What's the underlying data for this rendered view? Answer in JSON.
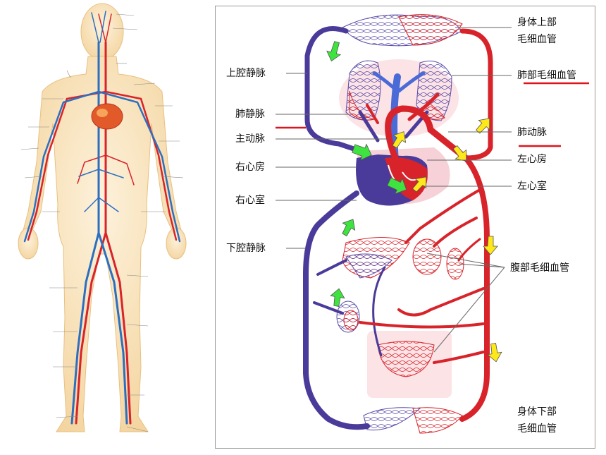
{
  "labels": {
    "upper_capillaries_line1": "身体上部",
    "upper_capillaries_line2": "毛细血管",
    "lung_capillaries": "肺部毛细血管",
    "pulmonary_artery": "肺动脉",
    "left_atrium": "左心房",
    "left_ventricle": "左心室",
    "abdominal_capillaries": "腹部毛细血管",
    "lower_capillaries_line1": "身体下部",
    "lower_capillaries_line2": "毛细血管",
    "superior_vena_cava": "上腔静脉",
    "pulmonary_vein": "肺静脉",
    "aorta": "主动脉",
    "right_atrium": "右心房",
    "right_ventricle": "右心室",
    "inferior_vena_cava": "下腔静脉"
  },
  "colors": {
    "arterial": "#d8232a",
    "venous": "#4a3a9a",
    "capillary_pink": "#f4c9cf",
    "skin": "#f6dcae",
    "arrow_green": "#3fe33f",
    "arrow_yellow": "#ffe81a",
    "underline_red": "#e0141c"
  },
  "icons": {
    "flow_arrow_green": "arrow-icon",
    "flow_arrow_yellow": "arrow-icon"
  }
}
